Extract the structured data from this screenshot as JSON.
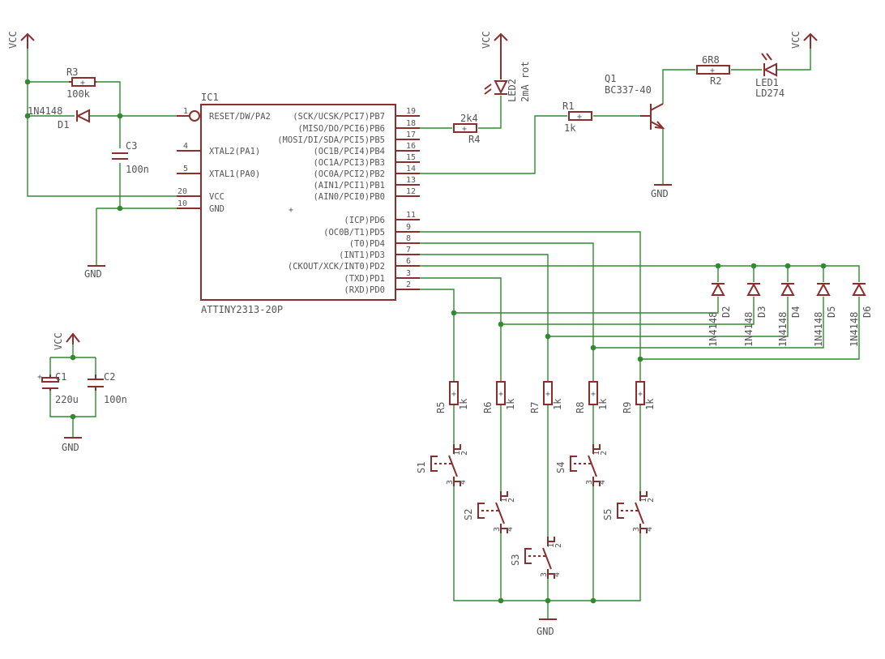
{
  "ic": {
    "ref": "IC1",
    "value": "ATTINY2313-20P",
    "left_pins": [
      {
        "num": "1",
        "name": "RESET/DW/PA2"
      },
      {
        "num": "4",
        "name": "XTAL2(PA1)"
      },
      {
        "num": "5",
        "name": "XTAL1(PA0)"
      },
      {
        "num": "20",
        "name": "VCC"
      },
      {
        "num": "10",
        "name": "GND"
      }
    ],
    "right_pins": [
      {
        "num": "19",
        "name": "(SCK/UCSK/PCI7)PB7"
      },
      {
        "num": "18",
        "name": "(MISO/DO/PCI6)PB6"
      },
      {
        "num": "17",
        "name": "(MOSI/DI/SDA/PCI5)PB5"
      },
      {
        "num": "16",
        "name": "(OC1B/PCI4)PB4"
      },
      {
        "num": "15",
        "name": "(OC1A/PCI3)PB3"
      },
      {
        "num": "14",
        "name": "(OC0A/PCI2)PB2"
      },
      {
        "num": "13",
        "name": "(AIN1/PCI1)PB1"
      },
      {
        "num": "12",
        "name": "(AIN0/PCI0)PB0"
      },
      {
        "num": "11",
        "name": "(ICP)PD6"
      },
      {
        "num": "9",
        "name": "(OC0B/T1)PD5"
      },
      {
        "num": "8",
        "name": "(T0)PD4"
      },
      {
        "num": "7",
        "name": "(INT1)PD3"
      },
      {
        "num": "6",
        "name": "(CKOUT/XCK/INT0)PD2"
      },
      {
        "num": "3",
        "name": "(TXD)PD1"
      },
      {
        "num": "2",
        "name": "(RXD)PD0"
      }
    ]
  },
  "nets": {
    "vcc": "VCC",
    "gnd": "GND"
  },
  "parts": {
    "r3": {
      "ref": "R3",
      "value": "100k"
    },
    "d1": {
      "ref": "D1",
      "value": "1N4148"
    },
    "c3": {
      "ref": "C3",
      "value": "100n"
    },
    "c1": {
      "ref": "C1",
      "value": "220u"
    },
    "c2": {
      "ref": "C2",
      "value": "100n"
    },
    "r4": {
      "ref": "R4",
      "value": "2k4"
    },
    "led2": {
      "ref": "LED2",
      "value": "2mA rot"
    },
    "r1": {
      "ref": "R1",
      "value": "1k"
    },
    "q1": {
      "ref": "Q1",
      "value": "BC337-40"
    },
    "r2": {
      "ref": "R2",
      "value": "6R8"
    },
    "led1": {
      "ref": "LED1",
      "value": "LD274"
    },
    "diodes": [
      {
        "ref": "D2",
        "value": "1N4148"
      },
      {
        "ref": "D3",
        "value": "1N4148"
      },
      {
        "ref": "D4",
        "value": "1N4148"
      },
      {
        "ref": "D5",
        "value": "1N4148"
      },
      {
        "ref": "D6",
        "value": "1N4148"
      }
    ],
    "resistors": [
      {
        "ref": "R5",
        "value": "1k"
      },
      {
        "ref": "R6",
        "value": "1k"
      },
      {
        "ref": "R7",
        "value": "1k"
      },
      {
        "ref": "R8",
        "value": "1k"
      },
      {
        "ref": "R9",
        "value": "1k"
      }
    ],
    "switches": [
      {
        "ref": "S1"
      },
      {
        "ref": "S2"
      },
      {
        "ref": "S3"
      },
      {
        "ref": "S4"
      },
      {
        "ref": "S5"
      }
    ],
    "switch_pins": [
      "1",
      "2",
      "3",
      "4"
    ]
  }
}
